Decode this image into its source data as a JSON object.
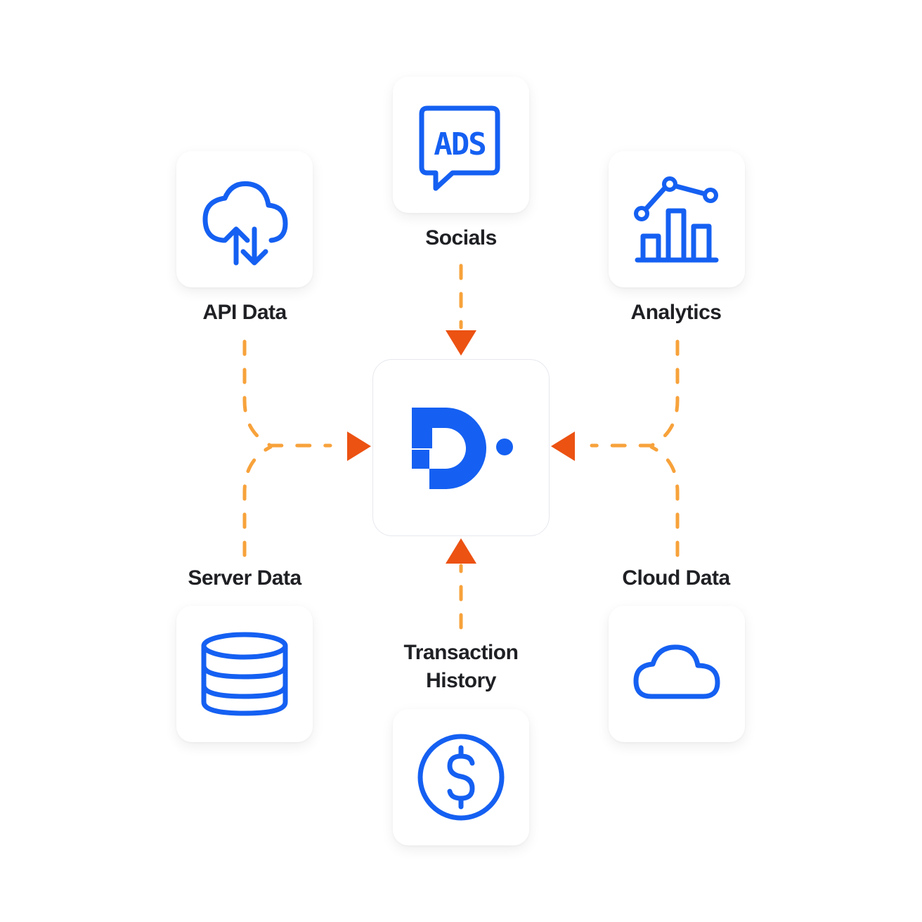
{
  "colors": {
    "icon_blue": "#1560f2",
    "connector_orange": "#f7a23b",
    "arrow_red_orange": "#ec5212",
    "label_text": "#1f2024"
  },
  "hub": {
    "icon": "datasource-logo-icon"
  },
  "sources": [
    {
      "key": "socials",
      "label": "Socials",
      "icon": "ads-speech-bubble-icon"
    },
    {
      "key": "api",
      "label": "API Data",
      "icon": "cloud-upload-download-icon"
    },
    {
      "key": "analytics",
      "label": "Analytics",
      "icon": "bar-line-chart-icon"
    },
    {
      "key": "server",
      "label": "Server Data",
      "icon": "database-icon"
    },
    {
      "key": "transaction",
      "label_line1": "Transaction",
      "label_line2": "History",
      "icon": "dollar-coin-icon"
    },
    {
      "key": "cloud",
      "label": "Cloud Data",
      "icon": "cloud-icon"
    }
  ]
}
